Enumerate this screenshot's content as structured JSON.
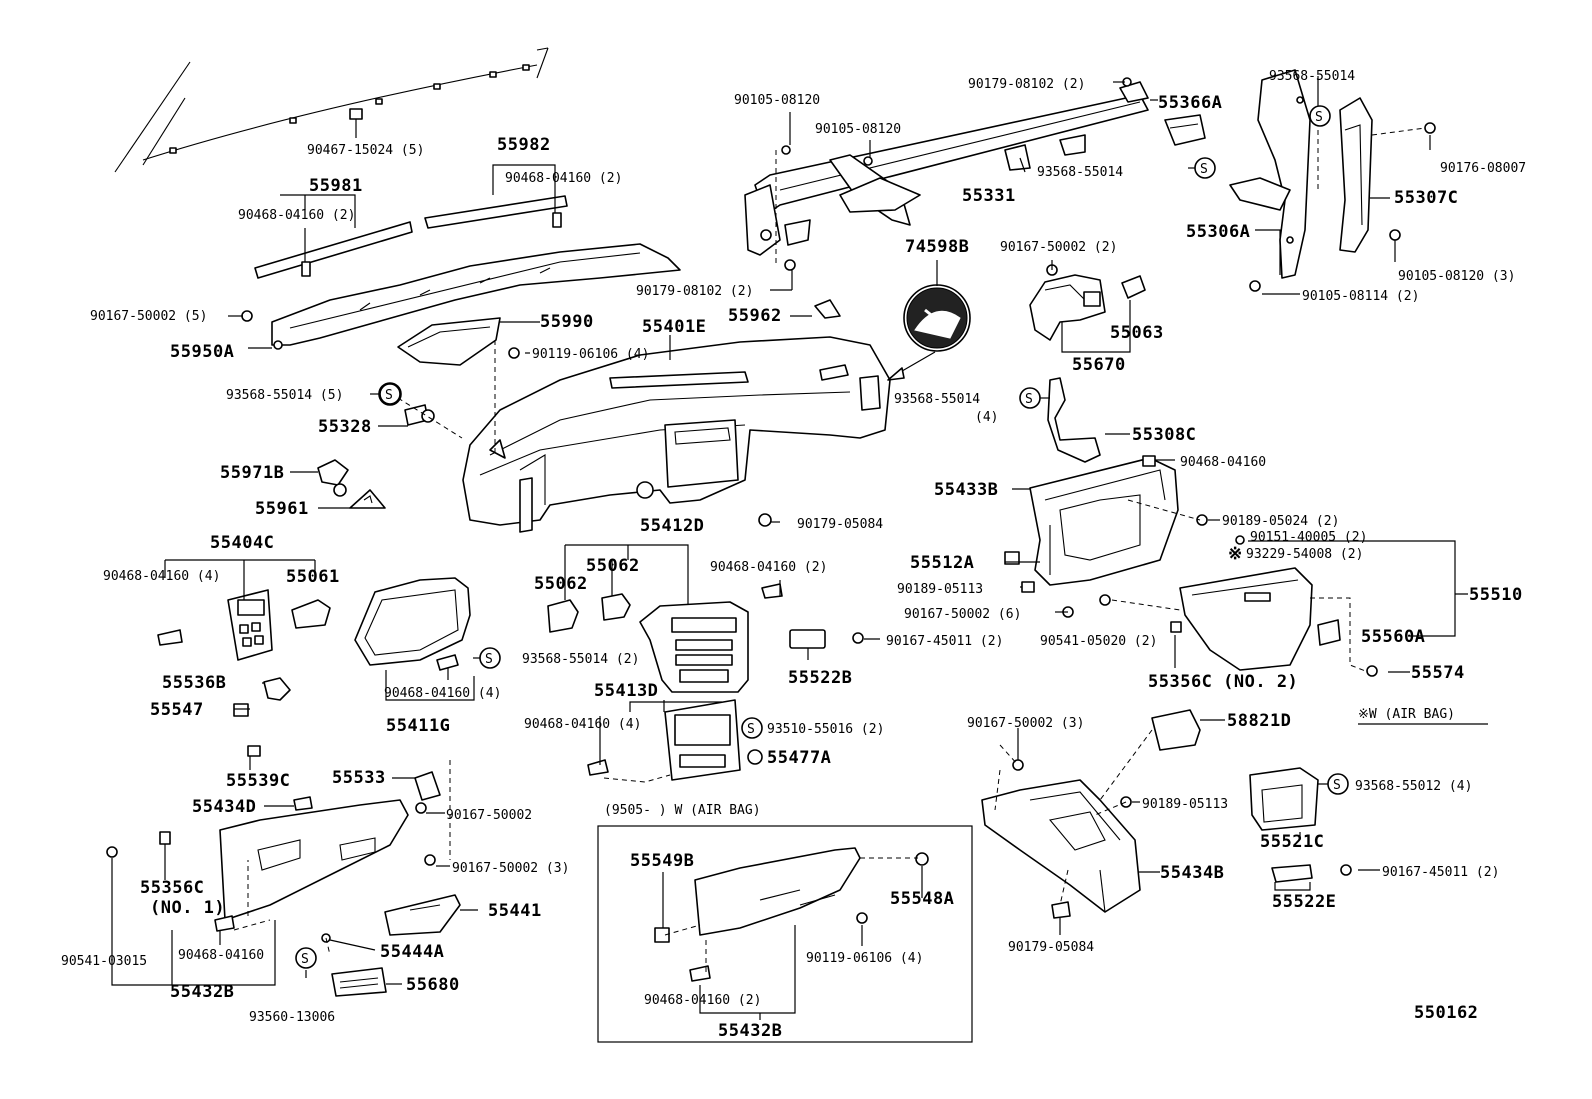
{
  "diagram_id": "550162",
  "notes": {
    "airbag_legend": "※W (AIR BAG)",
    "airbag_box_title": "(9505-        ) W (AIR BAG)",
    "s_symbol": "S",
    "warning_symbol": "※"
  },
  "labels": {
    "p90467_15024": "90467-15024 (5)",
    "p55982": "55982",
    "p90468_04160_2a": "90468-04160 (2)",
    "p55981": "55981",
    "p90468_04160_2b": "90468-04160 (2)",
    "p90167_50002_5": "90167-50002 (5)",
    "p55950A": "55950A",
    "p55990": "55990",
    "p55401E": "55401E",
    "p90119_06106_4": "90119-06106 (4)",
    "p93568_55014_5": "93568-55014 (5)",
    "p55328": "55328",
    "p55971B": "55971B",
    "p55961": "55961",
    "p55404C": "55404C",
    "p90468_04160_4a": "90468-04160 (4)",
    "p55061": "55061",
    "p55536B": "55536B",
    "p55547": "55547",
    "p93568_55014_2a": "93568-55014 (2)",
    "p90468_04160_4b": "90468-04160 (4)",
    "p55411G": "55411G",
    "p55412D": "55412D",
    "p55062a": "55062",
    "p55062b": "55062",
    "p90468_04160_2c": "90468-04160 (2)",
    "p55413D": "55413D",
    "p90468_04160_4c": "90468-04160 (4)",
    "p93510_55016": "93510-55016 (2)",
    "p55477A": "55477A",
    "p55522B": "55522B",
    "p90167_45011_2a": "90167-45011 (2)",
    "p90179_05084a": "90179-05084",
    "p90105_08120a": "90105-08120",
    "p90105_08120b": "90105-08120",
    "p90179_08102_2a": "90179-08102 (2)",
    "p55366A": "55366A",
    "p55331": "55331",
    "p93568_55014b": "93568-55014",
    "p90179_08102_2b": "90179-08102 (2)",
    "p74598B": "74598B",
    "p55962": "55962",
    "p90167_50002_2": "90167-50002 (2)",
    "p55063": "55063",
    "p55670": "55670",
    "p93568_55014c": "93568-55014",
    "p90176_08007": "90176-08007",
    "p55307C": "55307C",
    "p55306A": "55306A",
    "p90105_08120_3": "90105-08120 (3)",
    "p90105_08114_2": "90105-08114 (2)",
    "p93568_55014_4": "93568-55014",
    "p93568_55014_4q": "(4)",
    "p55308C": "55308C",
    "p90468_04160d": "90468-04160",
    "p55433B": "55433B",
    "p90189_05024": "90189-05024 (2)",
    "p90151_40005": "90151-40005 (2)",
    "p93229_54008": "93229-54008 (2)",
    "p55512A": "55512A",
    "p90189_05113a": "90189-05113",
    "p90167_50002_6": "90167-50002 (6)",
    "p90541_05020": "90541-05020 (2)",
    "p55510": "55510",
    "p55560A": "55560A",
    "p55574": "55574",
    "p55356C_no2": "55356C (NO. 2)",
    "p90167_50002_3a": "90167-50002 (3)",
    "p58821D": "58821D",
    "p90189_05113b": "90189-05113",
    "p93568_55012": "93568-55012 (4)",
    "p55521C": "55521C",
    "p55434B": "55434B",
    "p90167_45011_2b": "90167-45011 (2)",
    "p55522E": "55522E",
    "p90179_05084b": "90179-05084",
    "p55539C": "55539C",
    "p55533": "55533",
    "p55434D": "55434D",
    "p90167_50002a": "90167-50002",
    "p90167_50002_3b": "90167-50002 (3)",
    "p55356C_no1a": "55356C",
    "p55356C_no1b": "(NO. 1)",
    "p55441": "55441",
    "p55444A": "55444A",
    "p90541_03015": "90541-03015",
    "p90468_04160e": "90468-04160",
    "p55432Ba": "55432B",
    "p93560_13006": "93560-13006",
    "p55680": "55680",
    "p55549B": "55549B",
    "p55548A": "55548A",
    "p90119_06106_4b": "90119-06106 (4)",
    "p90468_04160_2d": "90468-04160 (2)",
    "p55432Bb": "55432B"
  }
}
